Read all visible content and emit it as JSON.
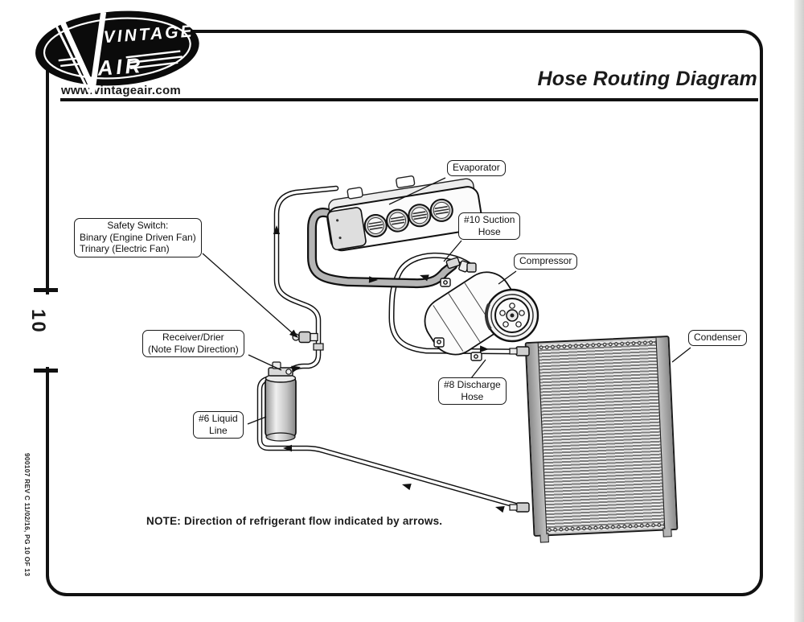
{
  "brand": {
    "logo_top": "VINTAGE",
    "logo_bottom": "AIR",
    "website": "www.vintageair.com"
  },
  "header": {
    "title": "Hose Routing Diagram"
  },
  "margin": {
    "page_number": "10",
    "doc_ref": "900107 REV C 11/02/16, PG 10 OF 13"
  },
  "note": "NOTE: Direction of refrigerant flow indicated by arrows.",
  "callouts": {
    "evaporator": "Evaporator",
    "suction_hose_1": "#10 Suction",
    "suction_hose_2": "Hose",
    "compressor": "Compressor",
    "condenser": "Condenser",
    "safety_switch_1": "Safety Switch:",
    "safety_switch_2": "Binary (Engine Driven Fan)",
    "safety_switch_3": "Trinary (Electric Fan)",
    "receiver_drier_1": "Receiver/Drier",
    "receiver_drier_2": "(Note Flow Direction)",
    "liquid_line_1": "#6 Liquid",
    "liquid_line_2": "Line",
    "discharge_hose_1": "#8 Discharge",
    "discharge_hose_2": "Hose"
  },
  "colors": {
    "ink": "#1a1a1a",
    "hose_gray": "#b5b5b5",
    "fin_light": "#ececec",
    "fin_dark": "#7e7e7e"
  }
}
